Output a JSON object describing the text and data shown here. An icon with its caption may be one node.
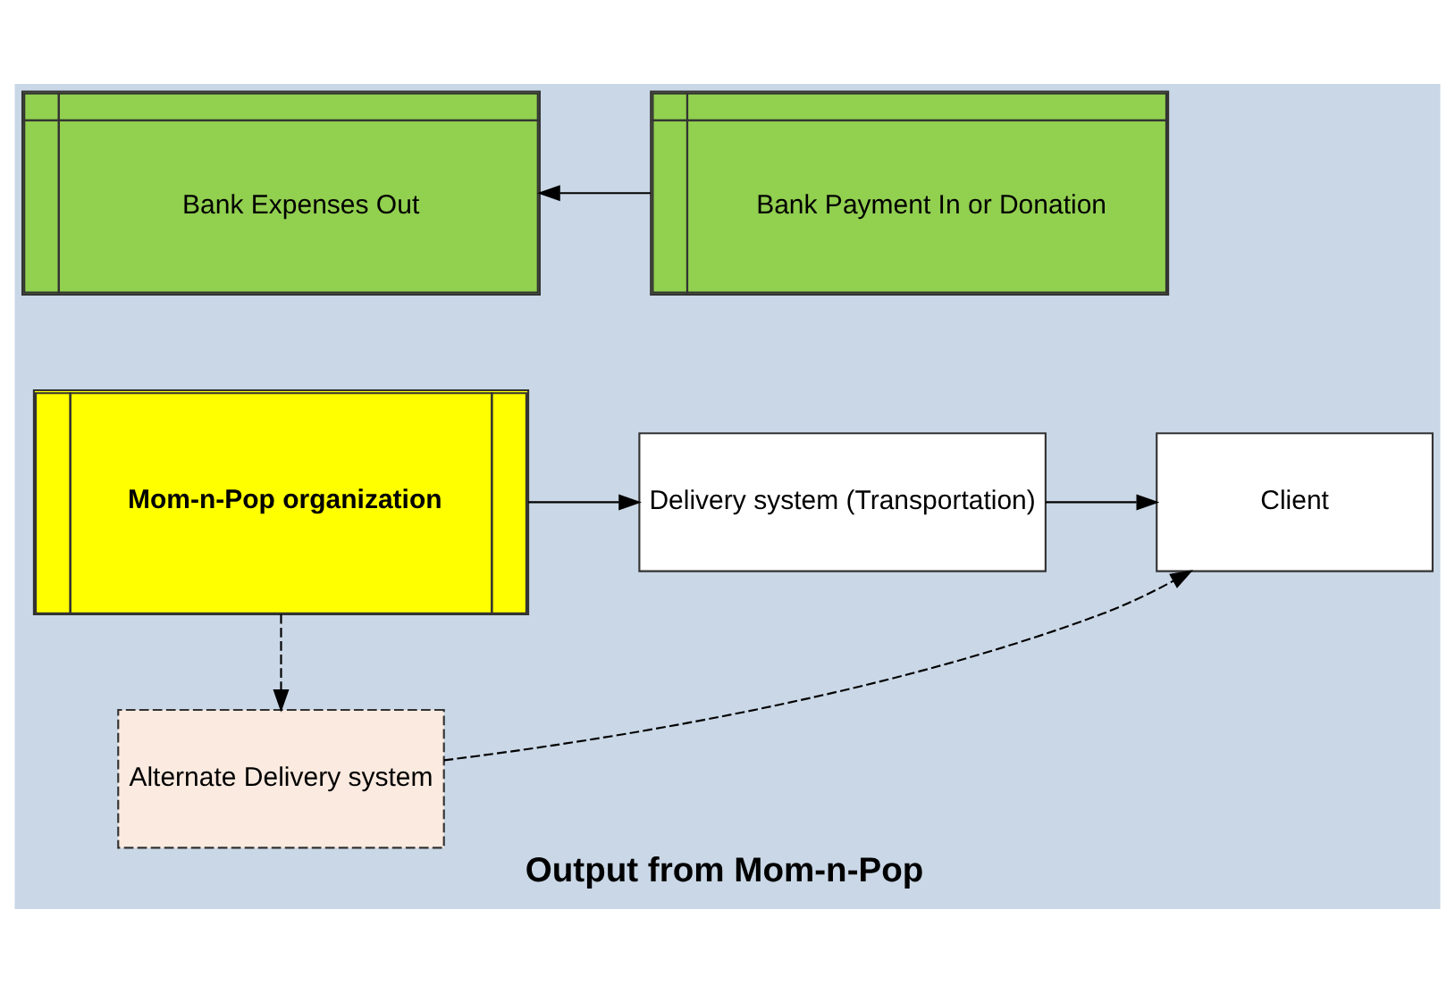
{
  "diagram": {
    "title": "Output from Mom-n-Pop",
    "nodes": [
      {
        "text": [
          "Bank Expenses Out"
        ]
      },
      {
        "text": [
          "Bank Payment In or Donation"
        ]
      },
      {
        "text": [
          "Mom-n-Pop organization"
        ]
      },
      {
        "text": [
          "Delivery system (Transportation)"
        ]
      },
      {
        "text": [
          "Client"
        ]
      },
      {
        "text": [
          "Alternate Delivery system"
        ]
      }
    ],
    "edges": [
      {
        "from": 1,
        "to": 0,
        "arrow": "to"
      },
      {
        "from": 2,
        "to": 3,
        "arrow": "to"
      },
      {
        "from": 3,
        "to": 4,
        "arrow": "to"
      },
      {
        "from": 2,
        "to": 5,
        "arrow": "to",
        "style": "dashed"
      },
      {
        "from": 5,
        "to": 4,
        "arrow": "to",
        "style": "dashed"
      }
    ]
  }
}
